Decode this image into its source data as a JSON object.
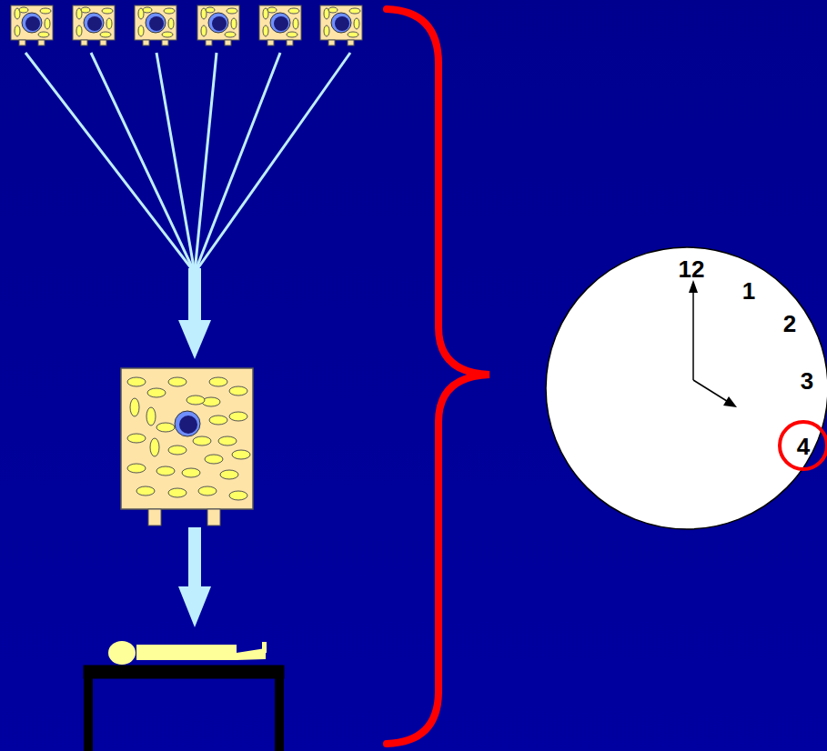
{
  "diagram": {
    "labels": [
      "12",
      "1",
      "2",
      "3",
      "4"
    ]
  }
}
